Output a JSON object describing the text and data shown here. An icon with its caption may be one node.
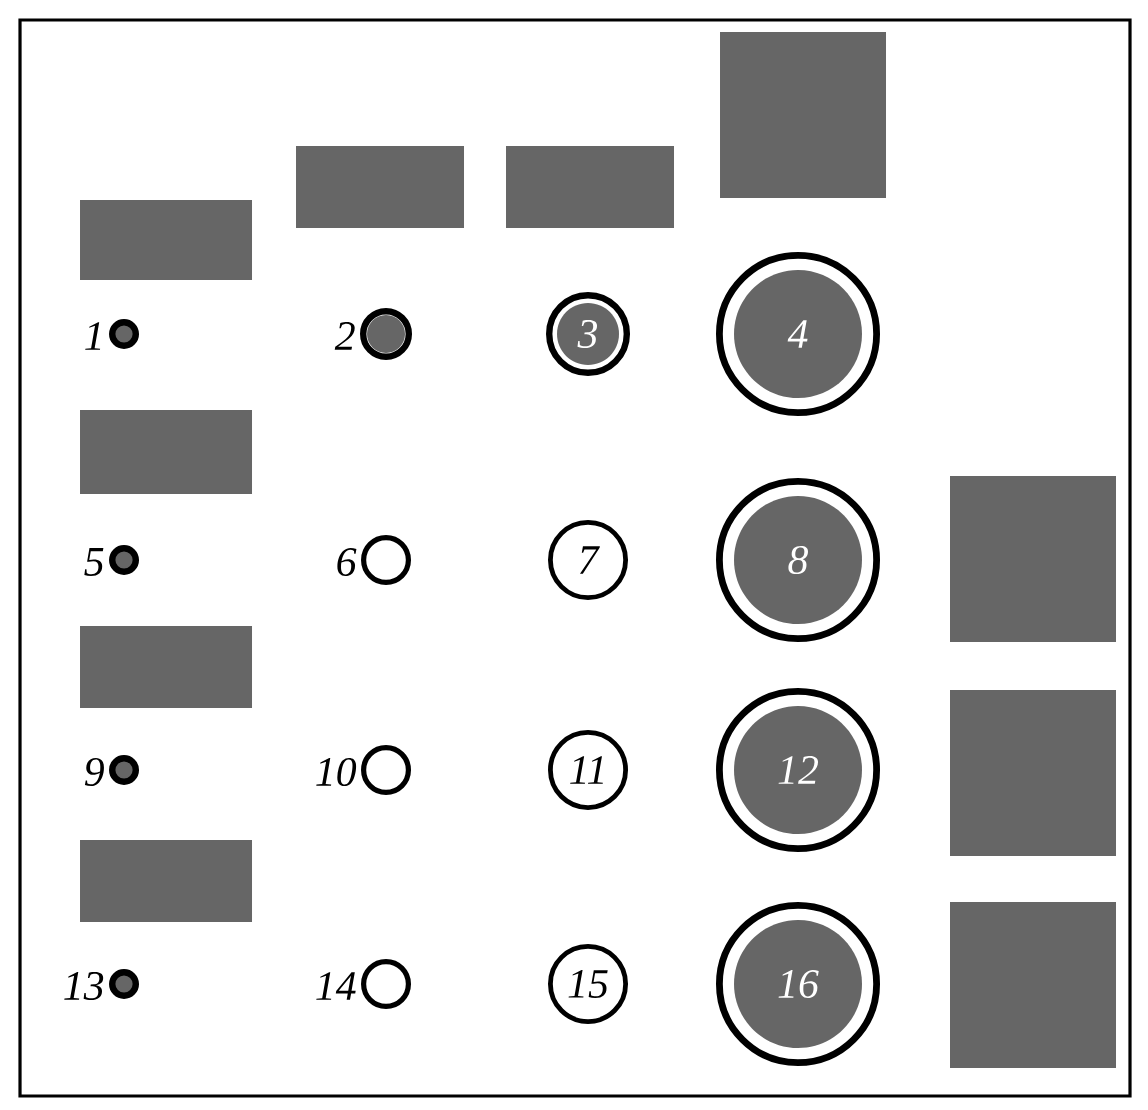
{
  "diagram": {
    "nodes": [
      {
        "text": [],
        "shape": "circle",
        "beside": [
          "1"
        ]
      },
      {
        "text": [],
        "shape": "circle",
        "beside": [
          "2"
        ]
      },
      {
        "text": [
          "3"
        ]
      },
      {
        "text": [
          "4"
        ]
      },
      {
        "text": [],
        "shape": "circle",
        "beside": [
          "5"
        ]
      },
      {
        "text": [],
        "shape": "circle",
        "beside": [
          "6"
        ]
      },
      {
        "text": [
          "7"
        ]
      },
      {
        "text": [
          "8"
        ]
      },
      {
        "text": [],
        "shape": "circle",
        "beside": [
          "9"
        ]
      },
      {
        "text": [],
        "shape": "circle",
        "beside": [
          "10"
        ]
      },
      {
        "text": [
          "11"
        ]
      },
      {
        "text": [
          "12"
        ]
      },
      {
        "text": [],
        "shape": "circle",
        "beside": [
          "13"
        ]
      },
      {
        "text": [],
        "shape": "circle",
        "beside": [
          "14"
        ]
      },
      {
        "text": [
          "15"
        ]
      },
      {
        "text": [
          "16"
        ]
      },
      {
        "text": [],
        "shape": "box"
      },
      {
        "text": [],
        "shape": "box"
      },
      {
        "text": [],
        "shape": "box"
      },
      {
        "text": [],
        "shape": "box"
      },
      {
        "text": [],
        "shape": "box"
      },
      {
        "text": [],
        "shape": "box"
      },
      {
        "text": [],
        "shape": "box"
      },
      {
        "text": [],
        "shape": "box"
      },
      {
        "text": [],
        "shape": "box"
      },
      {
        "text": [],
        "shape": "box"
      }
    ]
  }
}
